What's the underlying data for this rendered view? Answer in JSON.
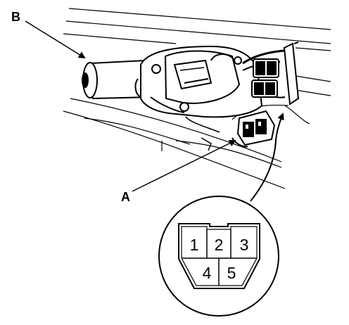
{
  "callouts": {
    "a": "A",
    "b": "B"
  },
  "connector_pins": [
    "1",
    "2",
    "3",
    "4",
    "5"
  ],
  "colors": {
    "ink": "#000000",
    "paper": "#ffffff"
  }
}
